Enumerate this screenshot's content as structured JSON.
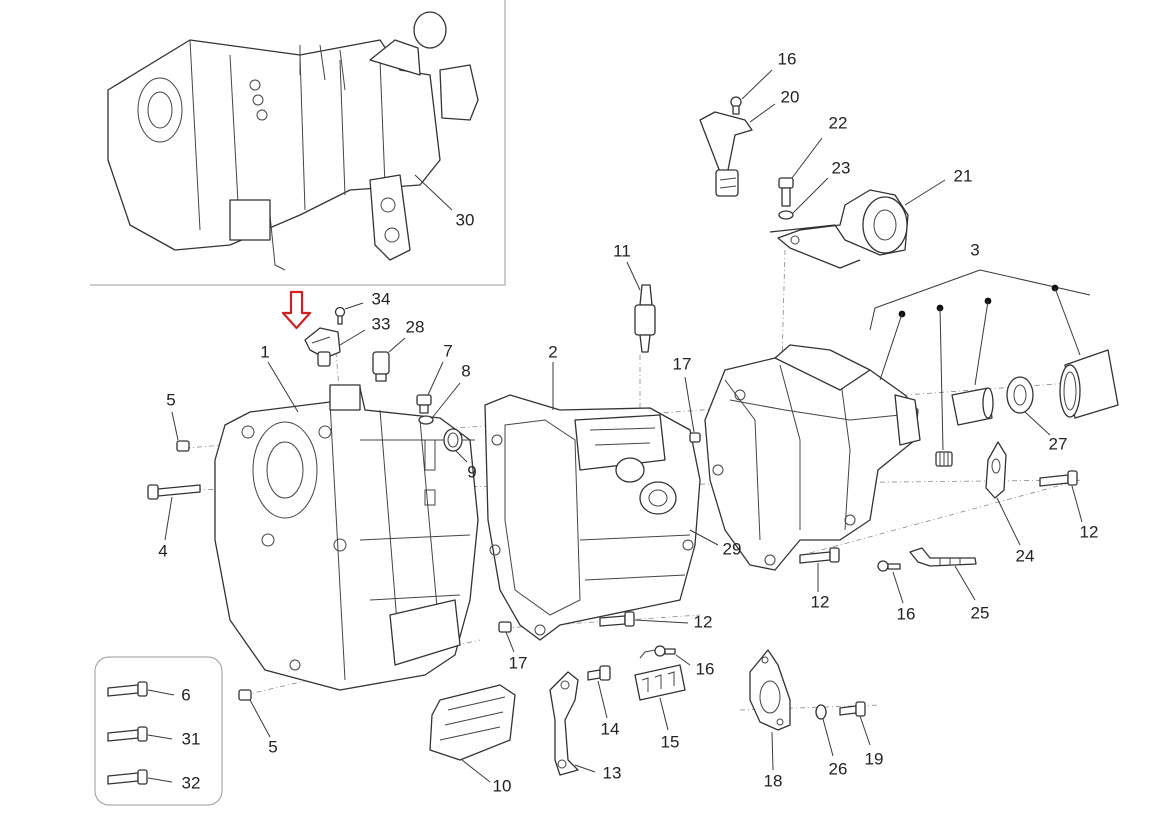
{
  "callouts": {
    "c1": "1",
    "c2": "2",
    "c3": "3",
    "c4": "4",
    "c5a": "5",
    "c5b": "5",
    "c6": "6",
    "c7": "7",
    "c8": "8",
    "c9": "9",
    "c10": "10",
    "c11": "11",
    "c12a": "12",
    "c12b": "12",
    "c12c": "12",
    "c13": "13",
    "c14": "14",
    "c15": "15",
    "c16a": "16",
    "c16b": "16",
    "c16c": "16",
    "c17a": "17",
    "c17b": "17",
    "c18": "18",
    "c19": "19",
    "c20": "20",
    "c21": "21",
    "c22": "22",
    "c23": "23",
    "c24": "24",
    "c25": "25",
    "c26": "26",
    "c27": "27",
    "c28": "28",
    "c29": "29",
    "c30": "30",
    "c31": "31",
    "c32": "32",
    "c33": "33",
    "c34": "34"
  },
  "colors": {
    "highlight_arrow": "#d42020",
    "line": "#333333",
    "frame": "#9a9a9a"
  },
  "icons": {
    "highlight": "down-arrow-icon"
  }
}
